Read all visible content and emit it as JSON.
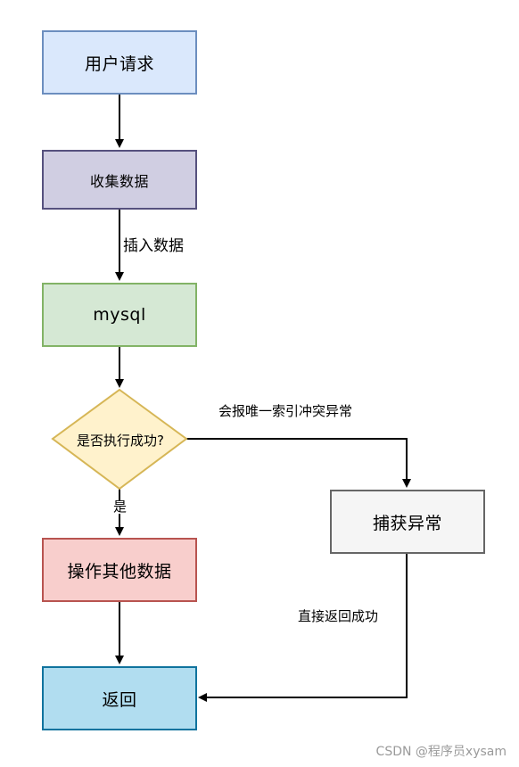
{
  "nodes": {
    "user_request": "用户请求",
    "collect_data": "收集数据",
    "mysql": "mysql",
    "decision": "是否执行成功?",
    "catch_exception": "捕获异常",
    "other_data": "操作其他数据",
    "return": "返回"
  },
  "edges": {
    "insert_data": "插入数据",
    "unique_conflict": "会报唯一索引冲突异常",
    "yes": "是",
    "direct_return": "直接返回成功"
  },
  "watermark": "CSDN @程序员xysam",
  "colors": {
    "user_request": {
      "fill": "#dae8fc",
      "stroke": "#6c8ebf"
    },
    "collect_data": {
      "fill": "#d0cee2",
      "stroke": "#56517e"
    },
    "mysql": {
      "fill": "#d5e8d4",
      "stroke": "#82b366"
    },
    "decision": {
      "fill": "#fff2cc",
      "stroke": "#d6b656"
    },
    "catch_exception": {
      "fill": "#f5f5f5",
      "stroke": "#666666"
    },
    "other_data": {
      "fill": "#f8cecc",
      "stroke": "#b85450"
    },
    "return": {
      "fill": "#b1ddf0",
      "stroke": "#10739e"
    },
    "line": "#000000",
    "watermark": "#9a9a9a"
  }
}
